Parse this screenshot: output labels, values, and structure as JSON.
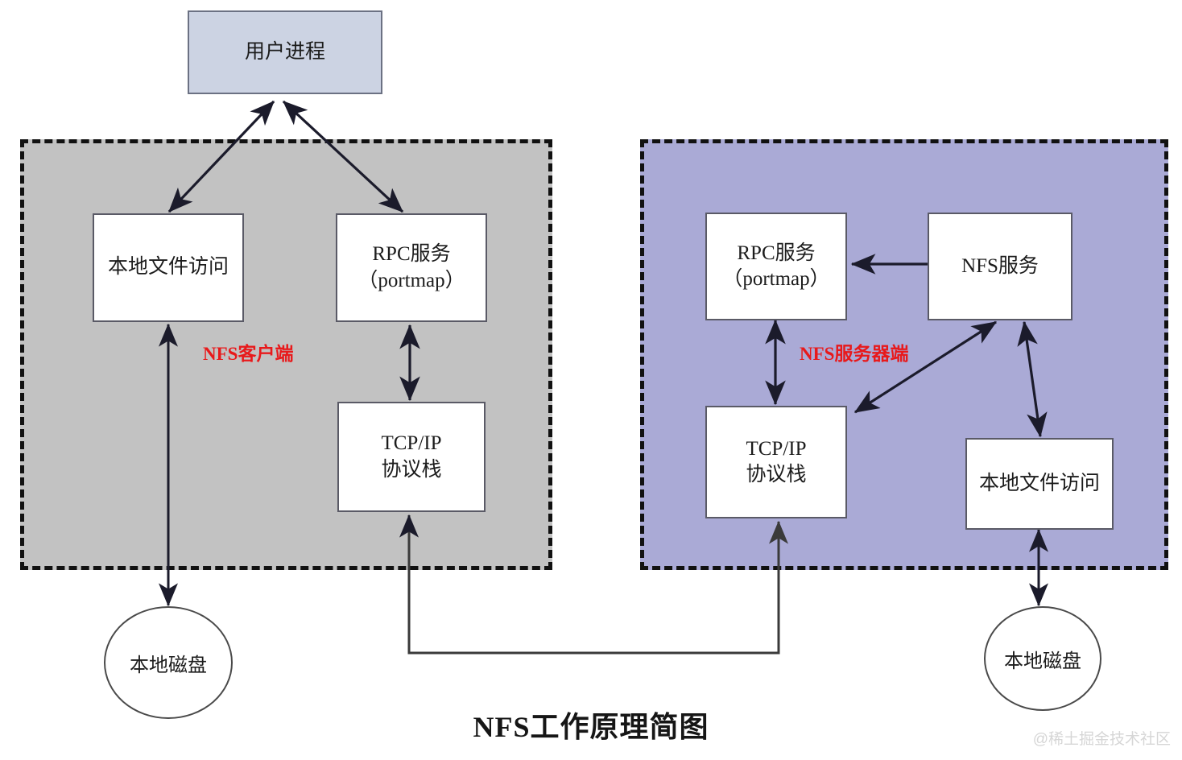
{
  "diagram": {
    "title": "NFS工作原理简图",
    "watermark": "@稀土掘金技术社区",
    "colors": {
      "client_zone_fill": "#c2c2c2",
      "server_zone_fill": "#aaaad6",
      "user_process_fill": "#ccd3e3",
      "node_fill": "#ffffff",
      "node_border": "#5a5a66",
      "zone_border": "#111111",
      "zone_label": "#e8191b",
      "arrow": "#1b1b2b",
      "title_text": "#161616",
      "watermark_text": "#d6d6d6"
    },
    "zones": [
      {
        "id": "client",
        "label": "NFS客户端"
      },
      {
        "id": "server",
        "label": "NFS服务器端"
      }
    ],
    "nodes": {
      "user_process": "用户进程",
      "client_local_file_access": "本地文件访问",
      "client_rpc_service": "RPC服务\n（portmap）",
      "client_tcpip": "TCP/IP\n协议栈",
      "client_local_disk": "本地磁盘",
      "server_rpc_service": "RPC服务\n（portmap）",
      "server_nfs_service": "NFS服务",
      "server_tcpip": "TCP/IP\n协议栈",
      "server_local_file_access": "本地文件访问",
      "server_local_disk": "本地磁盘"
    }
  }
}
